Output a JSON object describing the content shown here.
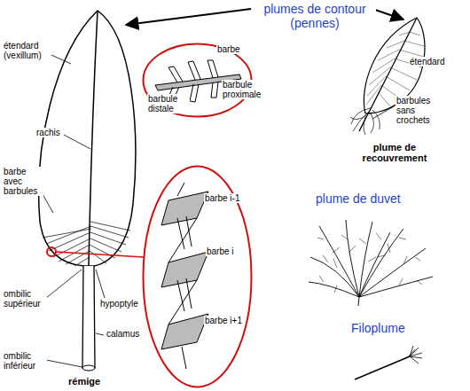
{
  "diagram": {
    "nodes": [
      {
        "text": [
          "barbe",
          "barbule distale",
          "barbule proximale"
        ]
      },
      {
        "text": [
          "barbe i-1",
          "barbe i",
          "barbe i+1"
        ]
      }
    ],
    "labels": [
      "plumes de contour (pennes)",
      "étendard (vexillum)",
      "rachis",
      "barbe avec barbules",
      "ombilic supérieur",
      "hypoptyle",
      "calamus",
      "ombilic inférieur",
      "rémige",
      "étendard",
      "barbules sans crochets",
      "plume de recouvrement",
      "plume de duvet",
      "Filoplume"
    ]
  }
}
